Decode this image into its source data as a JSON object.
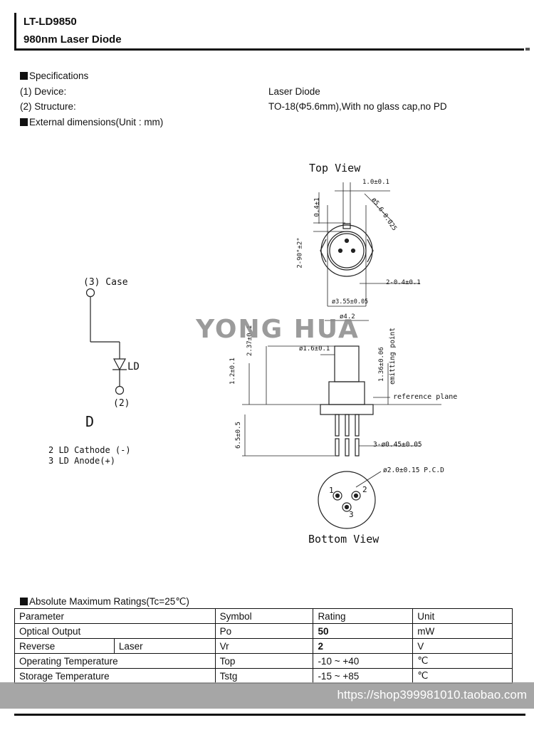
{
  "header": {
    "model": "LT-LD9850",
    "product": "980nm Laser Diode"
  },
  "specs": {
    "heading": "Specifications",
    "device_label": "(1) Device:",
    "device_value": "Laser Diode",
    "structure_label": "(2) Structure:",
    "structure_value": "TO-18(Φ5.6mm),With no glass cap,no PD",
    "dimensions_heading": "External dimensions(Unit : mm)"
  },
  "drawing": {
    "top_view": "Top View",
    "bottom_view": "Bottom View",
    "case_label": "(3) Case",
    "ld_label": "LD",
    "pin2_label": "(2)",
    "letter_d": "D",
    "pin_desc_1": "2 LD Cathode (-)",
    "pin_desc_2": "3 LD Anode(+)",
    "dim_1_0": "1.0±0.1",
    "dim_0_4": "0.4±1",
    "dim_5_6": "ø5.6-0.025",
    "dim_angle": "2-90°±2°",
    "dim_2_0_4": "2-0.4±0.1",
    "dim_3_55": "ø3.55±0.05",
    "dim_4_2": "ø4.2",
    "dim_1_6": "ø1.6±0.1",
    "dim_2_37": "2.37±0.1",
    "dim_1_2": "1.2±0.1",
    "dim_1_36": "1.36±0.06",
    "emitting": "emitting point",
    "reference": "reference plane",
    "dim_6_5": "6.5±0.5",
    "dim_3_045": "3-ø0.45±0.05",
    "dim_pcd": "ø2.0±0.15 P.C.D",
    "pin_1": "1",
    "pin_2": "2",
    "pin_3": "3"
  },
  "watermark": "YONG HUA",
  "ratings": {
    "heading": "Absolute Maximum Ratings(Tc=25℃)",
    "columns": [
      "Parameter",
      "Symbol",
      "Rating",
      "Unit"
    ],
    "rows": [
      {
        "param": "Optical Output",
        "symbol": "Po",
        "rating": "50",
        "unit": "mW"
      },
      {
        "param": "Reverse",
        "sub": "Laser",
        "symbol": "Vr",
        "rating": "2",
        "unit": "V"
      },
      {
        "param": "Operating Temperature",
        "symbol": "Top",
        "rating": "-10 ~ +40",
        "unit": "℃"
      },
      {
        "param": "Storage Temperature",
        "symbol": "Tstg",
        "rating": "-15 ~ +85",
        "unit": "℃"
      }
    ]
  },
  "store_url": "https://shop399981010.taobao.com"
}
